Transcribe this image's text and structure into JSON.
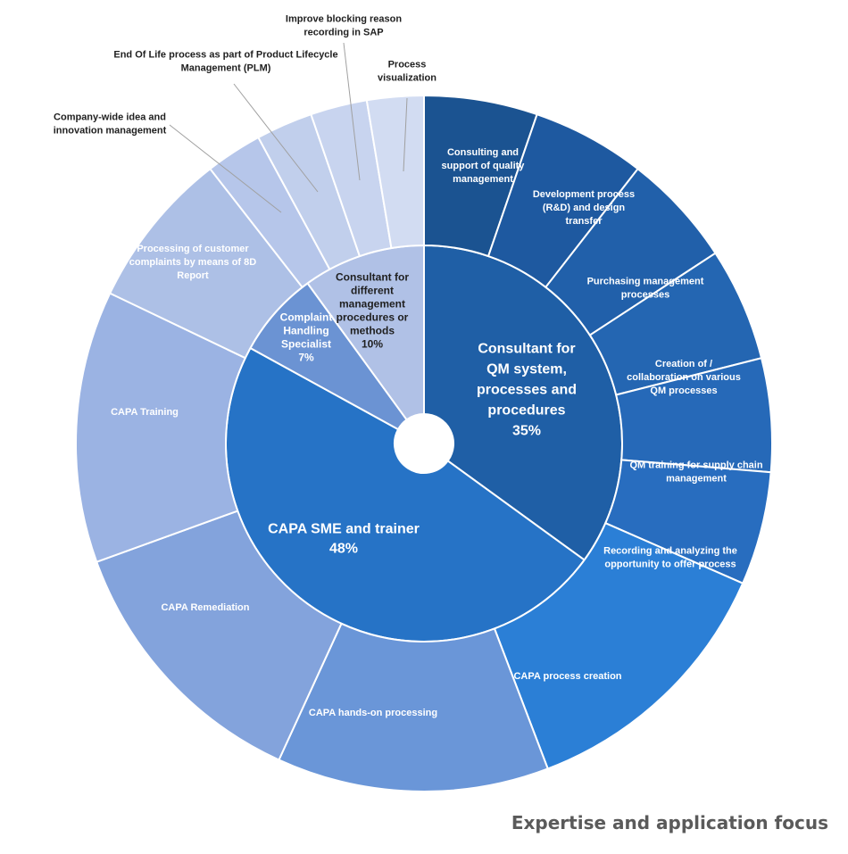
{
  "chart_data": {
    "type": "sunburst",
    "title": "Expertise and application focus",
    "inner": [
      {
        "lines": [
          "Consultant  for",
          "QM system,",
          "processes and",
          "procedures",
          "35%"
        ],
        "value": 35,
        "color": "#1f5fa6"
      },
      {
        "lines": [
          "CAPA SME and trainer",
          "48%"
        ],
        "value": 48,
        "color": "#2673c6"
      },
      {
        "lines": [
          "Complaint",
          "Handling",
          "Specialist",
          "7%"
        ],
        "value": 7,
        "color": "#6b93d3"
      },
      {
        "lines": [
          "Consultant for",
          "different",
          "management",
          "procedures or",
          "methods",
          "10%"
        ],
        "value": 10,
        "color": "#b0c1e6"
      }
    ],
    "outer": [
      {
        "lines": [
          "Consulting and",
          "support of quality",
          "management"
        ],
        "value": 5.0,
        "color": "#1b5391"
      },
      {
        "lines": [
          "Development process",
          "(R&D) and design",
          "transfer"
        ],
        "value": 5.0,
        "color": "#1e59a0"
      },
      {
        "lines": [
          "Purchasing management",
          "processes"
        ],
        "value": 5.0,
        "color": "#2160aa"
      },
      {
        "lines": [
          "Creation of /",
          "collaboration on various",
          "QM processes"
        ],
        "value": 5.0,
        "color": "#2466b2"
      },
      {
        "lines": [
          "QM training for supply chain",
          "management"
        ],
        "value": 5.0,
        "color": "#2669b8"
      },
      {
        "lines": [
          "Recording and analyzing the",
          "opportunity to offer process"
        ],
        "value": 5.0,
        "color": "#286dbf"
      },
      {
        "lines": [
          "CAPA process creation"
        ],
        "value": 12.0,
        "color": "#2b7fd6"
      },
      {
        "lines": [
          "CAPA hands-on processing"
        ],
        "value": 12.0,
        "color": "#6a96d8"
      },
      {
        "lines": [
          "CAPA Remediation"
        ],
        "value": 12.0,
        "color": "#83a3dc"
      },
      {
        "lines": [
          "CAPA Training"
        ],
        "value": 12.0,
        "color": "#9bb3e3"
      },
      {
        "lines": [
          "Processing of customer",
          "complaints by means of 8D",
          "Report"
        ],
        "value": 7.0,
        "color": "#adc0e6"
      },
      {
        "lines": [
          "Company-wide idea and",
          "innovation management"
        ],
        "value": 2.5,
        "color": "#b6c6ea",
        "callout": true
      },
      {
        "lines": [
          "End Of Life process as part of Product Lifecycle",
          "Management (PLM)"
        ],
        "value": 2.5,
        "color": "#c1cfec",
        "callout": true
      },
      {
        "lines": [
          "Improve blocking reason",
          "recording in SAP"
        ],
        "value": 2.5,
        "color": "#c8d4ef",
        "callout": true
      },
      {
        "lines": [
          "Process",
          "visualization"
        ],
        "value": 2.5,
        "color": "#d2dcf2",
        "callout": true
      }
    ]
  }
}
